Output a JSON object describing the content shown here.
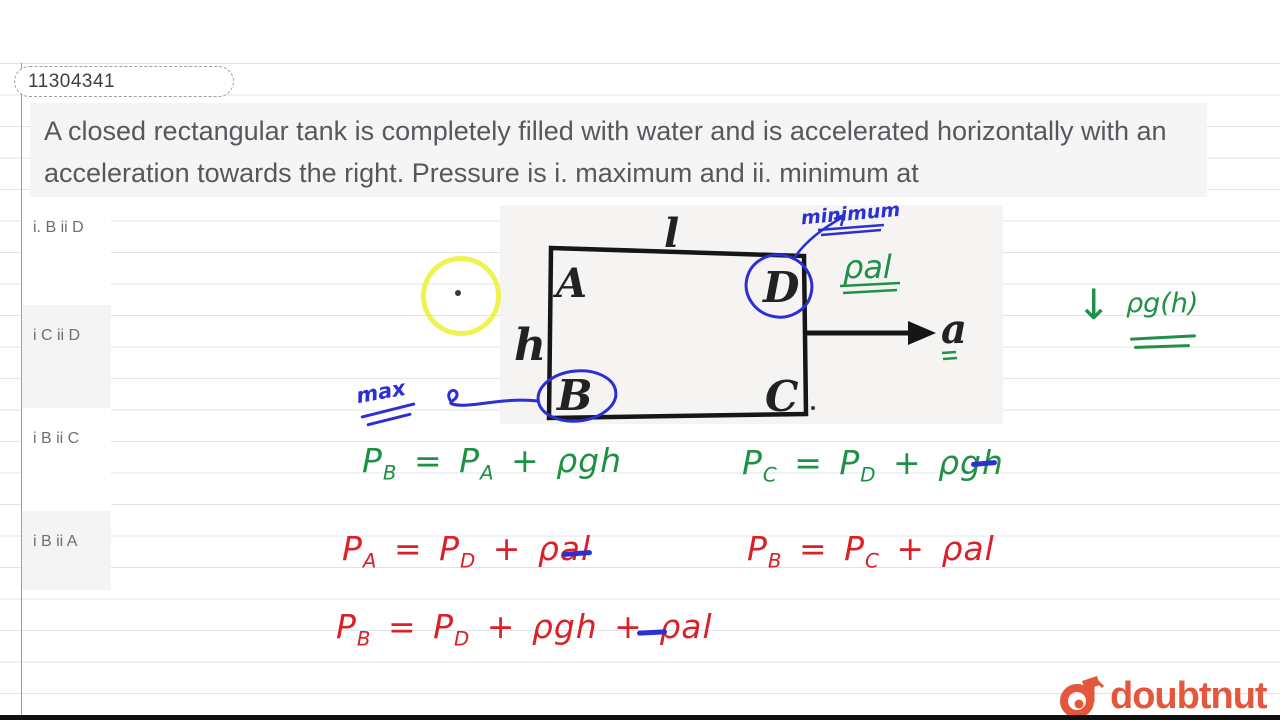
{
  "page": {
    "question_id": "11304341",
    "question_text": "A closed rectangular tank is completely filled with water and is accelerated horizontally with an acceleration towards the right. Pressure is i. maximum and ii. minimum at"
  },
  "options": [
    {
      "label": "i. B ii D"
    },
    {
      "label": "i C ii D"
    },
    {
      "label": "i B ii C"
    },
    {
      "label": "i B ii A"
    }
  ],
  "diagram": {
    "corner_a": "A",
    "corner_b": "B",
    "corner_c": "C",
    "corner_d": "D",
    "length_label": "l",
    "height_label": "h",
    "accel_label": "a"
  },
  "annotations": {
    "minimum_label": "minimum",
    "max_label": "max",
    "rho_al": "ρal",
    "down_arrow": "↓",
    "rho_gh_margin": "ρg(h)",
    "equations": {
      "green_left": "P_B = P_A + ρgh",
      "green_right": "P_C = P_D + ρgh",
      "red_left": "P_A = P_D + ρal",
      "red_right": "P_B = P_C + ρal",
      "red_bottom": "P_B = P_D + ρgh + ρal"
    },
    "colors": {
      "green": "#1e9147",
      "red": "#da2127",
      "blue": "#2b2fd4",
      "yellow": "#ebf23e",
      "brand": "#e4573d"
    }
  },
  "footer": {
    "brand": "doubtnut"
  }
}
